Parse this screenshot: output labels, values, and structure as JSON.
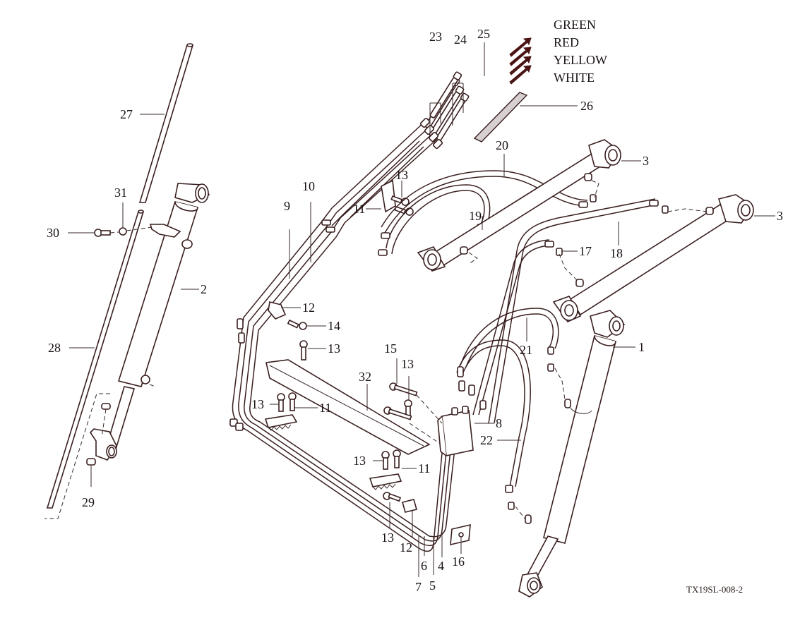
{
  "diagram": {
    "title": "Hydraulic loader cylinders and hose assembly (exploded view)",
    "drawing_code": "TX19SL-008-2",
    "color_legend": [
      {
        "label": "GREEN"
      },
      {
        "label": "RED"
      },
      {
        "label": "YELLOW"
      },
      {
        "label": "WHITE"
      }
    ],
    "callouts": {
      "c1": "1",
      "c2": "2",
      "c3a": "3",
      "c3b": "3",
      "c4": "4",
      "c5": "5",
      "c6": "6",
      "c7": "7",
      "c8": "8",
      "c9": "9",
      "c10": "10",
      "c11a": "11",
      "c11b": "11",
      "c11c": "11",
      "c12a": "12",
      "c12b": "12",
      "c13a": "13",
      "c13b": "13",
      "c13c": "13",
      "c13d": "13",
      "c13e": "13",
      "c13f": "13",
      "c14": "14",
      "c15": "15",
      "c16": "16",
      "c17": "17",
      "c18": "18",
      "c19": "19",
      "c20": "20",
      "c21": "21",
      "c22": "22",
      "c23": "23",
      "c24": "24",
      "c25": "25",
      "c26": "26",
      "c27": "27",
      "c28": "28",
      "c29": "29",
      "c30": "30",
      "c31": "31",
      "c32": "32"
    }
  }
}
